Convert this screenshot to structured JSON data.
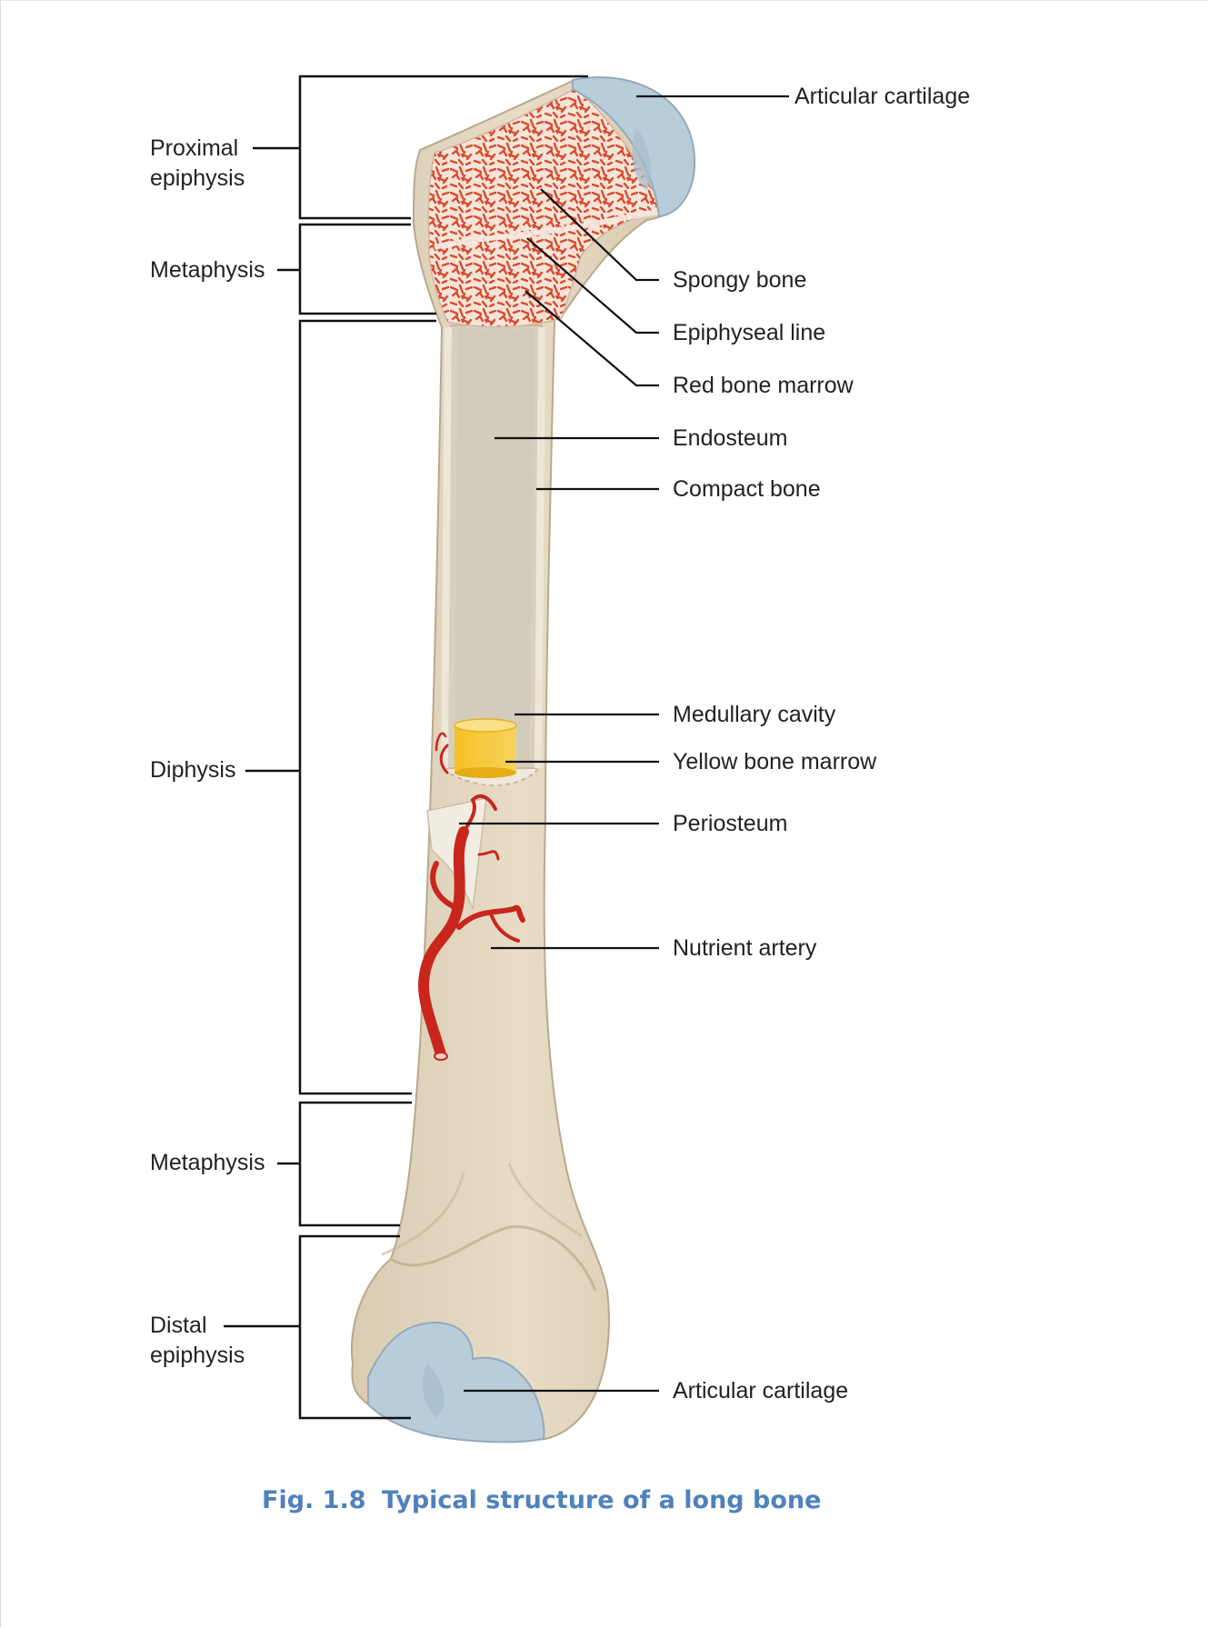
{
  "figure": {
    "number": "Fig. 1.8",
    "title": "Typical structure of a long bone"
  },
  "regions": {
    "proximal_epiphysis": "Proximal epiphysis",
    "metaphysis_upper": "Metaphysis",
    "diaphysis": "Diphysis",
    "metaphysis_lower": "Metaphysis",
    "distal_epiphysis": "Distal epiphysis"
  },
  "parts": {
    "articular_cartilage_top": "Articular cartilage",
    "spongy_bone": "Spongy bone",
    "epiphyseal_line": "Epiphyseal line",
    "red_bone_marrow": "Red bone marrow",
    "endosteum": "Endosteum",
    "compact_bone": "Compact bone",
    "medullary_cavity": "Medullary cavity",
    "yellow_bone_marrow": "Yellow bone marrow",
    "periosteum": "Periosteum",
    "nutrient_artery": "Nutrient artery",
    "articular_cartilage_bottom": "Articular cartilage"
  },
  "colors": {
    "bone": "#e4d6bd",
    "bone_shadow": "#cdbd9f",
    "cartilage": "#b9ccd9",
    "marrow_red": "#d9472b",
    "yellow_marrow": "#f2c12e",
    "artery": "#c8261c",
    "caption": "#4f81bd"
  }
}
